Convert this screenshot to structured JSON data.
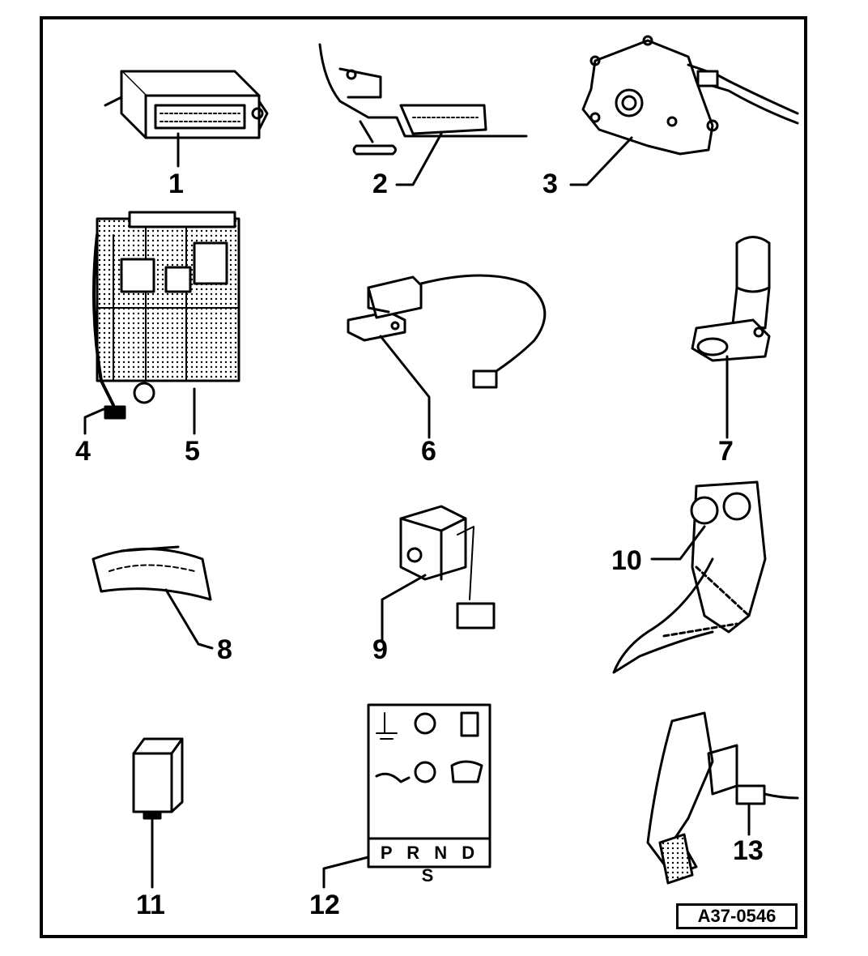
{
  "figure": {
    "id_label": "A37-0546",
    "callouts": [
      "1",
      "2",
      "3",
      "4",
      "5",
      "6",
      "7",
      "8",
      "9",
      "10",
      "11",
      "12",
      "13"
    ],
    "display_gear_indicator": "P R N D S",
    "colors": {
      "ink": "#000000",
      "paper": "#ffffff",
      "shade": "#c8c8c8"
    }
  }
}
